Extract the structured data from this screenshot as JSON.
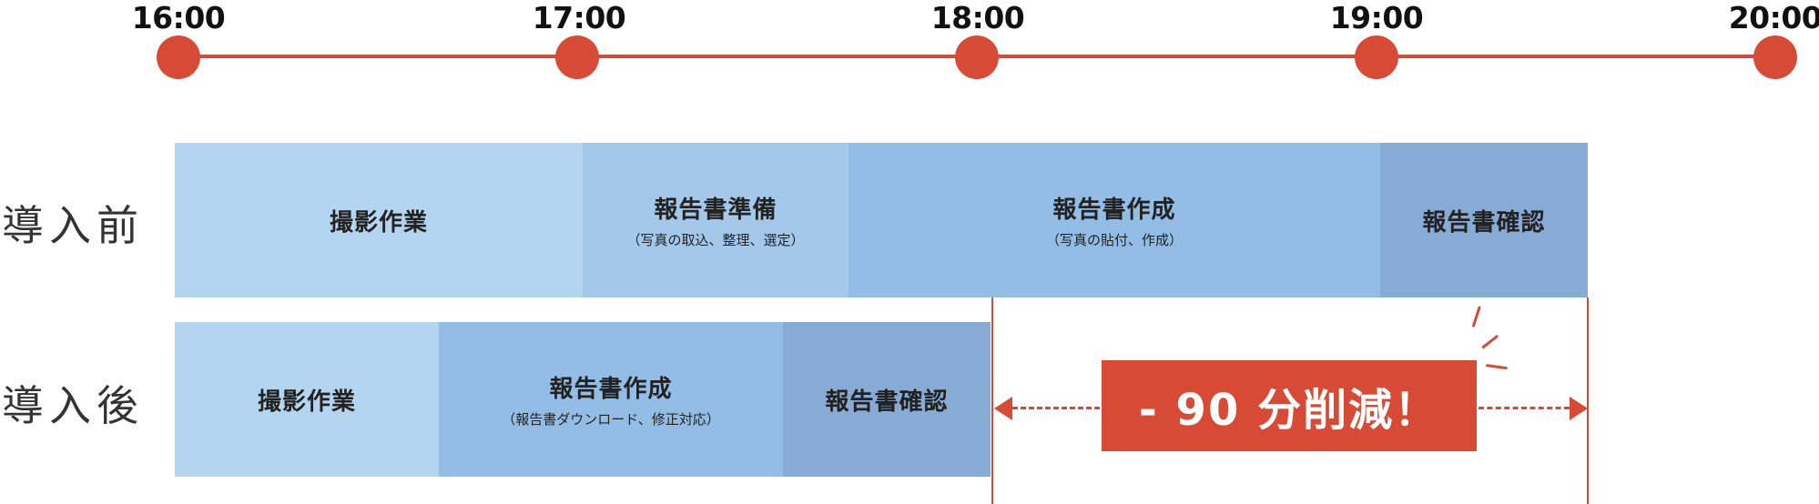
{
  "timeline": {
    "ticks": [
      "16:00",
      "17:00",
      "18:00",
      "19:00",
      "20:00"
    ],
    "accent_color": "#d74b36"
  },
  "rows": [
    {
      "label": "導入前",
      "segments": [
        {
          "title": "撮影作業",
          "detail": "",
          "start": "16:00",
          "end": "17:01",
          "color": "#b3d5ef"
        },
        {
          "title": "報告書準備",
          "detail": "（写真の取込、整理、選定）",
          "start": "17:01",
          "end": "17:41",
          "color": "#a3c8ea"
        },
        {
          "title": "報告書作成",
          "detail": "（写真の貼付、作成）",
          "start": "17:41",
          "end": "19:01",
          "color": "#93bde5"
        },
        {
          "title": "報告書確認",
          "detail": "",
          "start": "19:01",
          "end": "19:32",
          "color": "#87abd5"
        }
      ]
    },
    {
      "label": "導入後",
      "segments": [
        {
          "title": "撮影作業",
          "detail": "",
          "start": "16:00",
          "end": "16:40",
          "color": "#b3d5ef"
        },
        {
          "title": "報告書作成",
          "detail": "（報告書ダウンロード、修正対応）",
          "start": "16:40",
          "end": "17:31",
          "color": "#93bde5"
        },
        {
          "title": "報告書確認",
          "detail": "",
          "start": "17:31",
          "end": "18:02",
          "color": "#87abd5"
        }
      ]
    }
  ],
  "reduction": {
    "text": "- 90 分削減！",
    "from": "18:02",
    "to": "19:32"
  }
}
